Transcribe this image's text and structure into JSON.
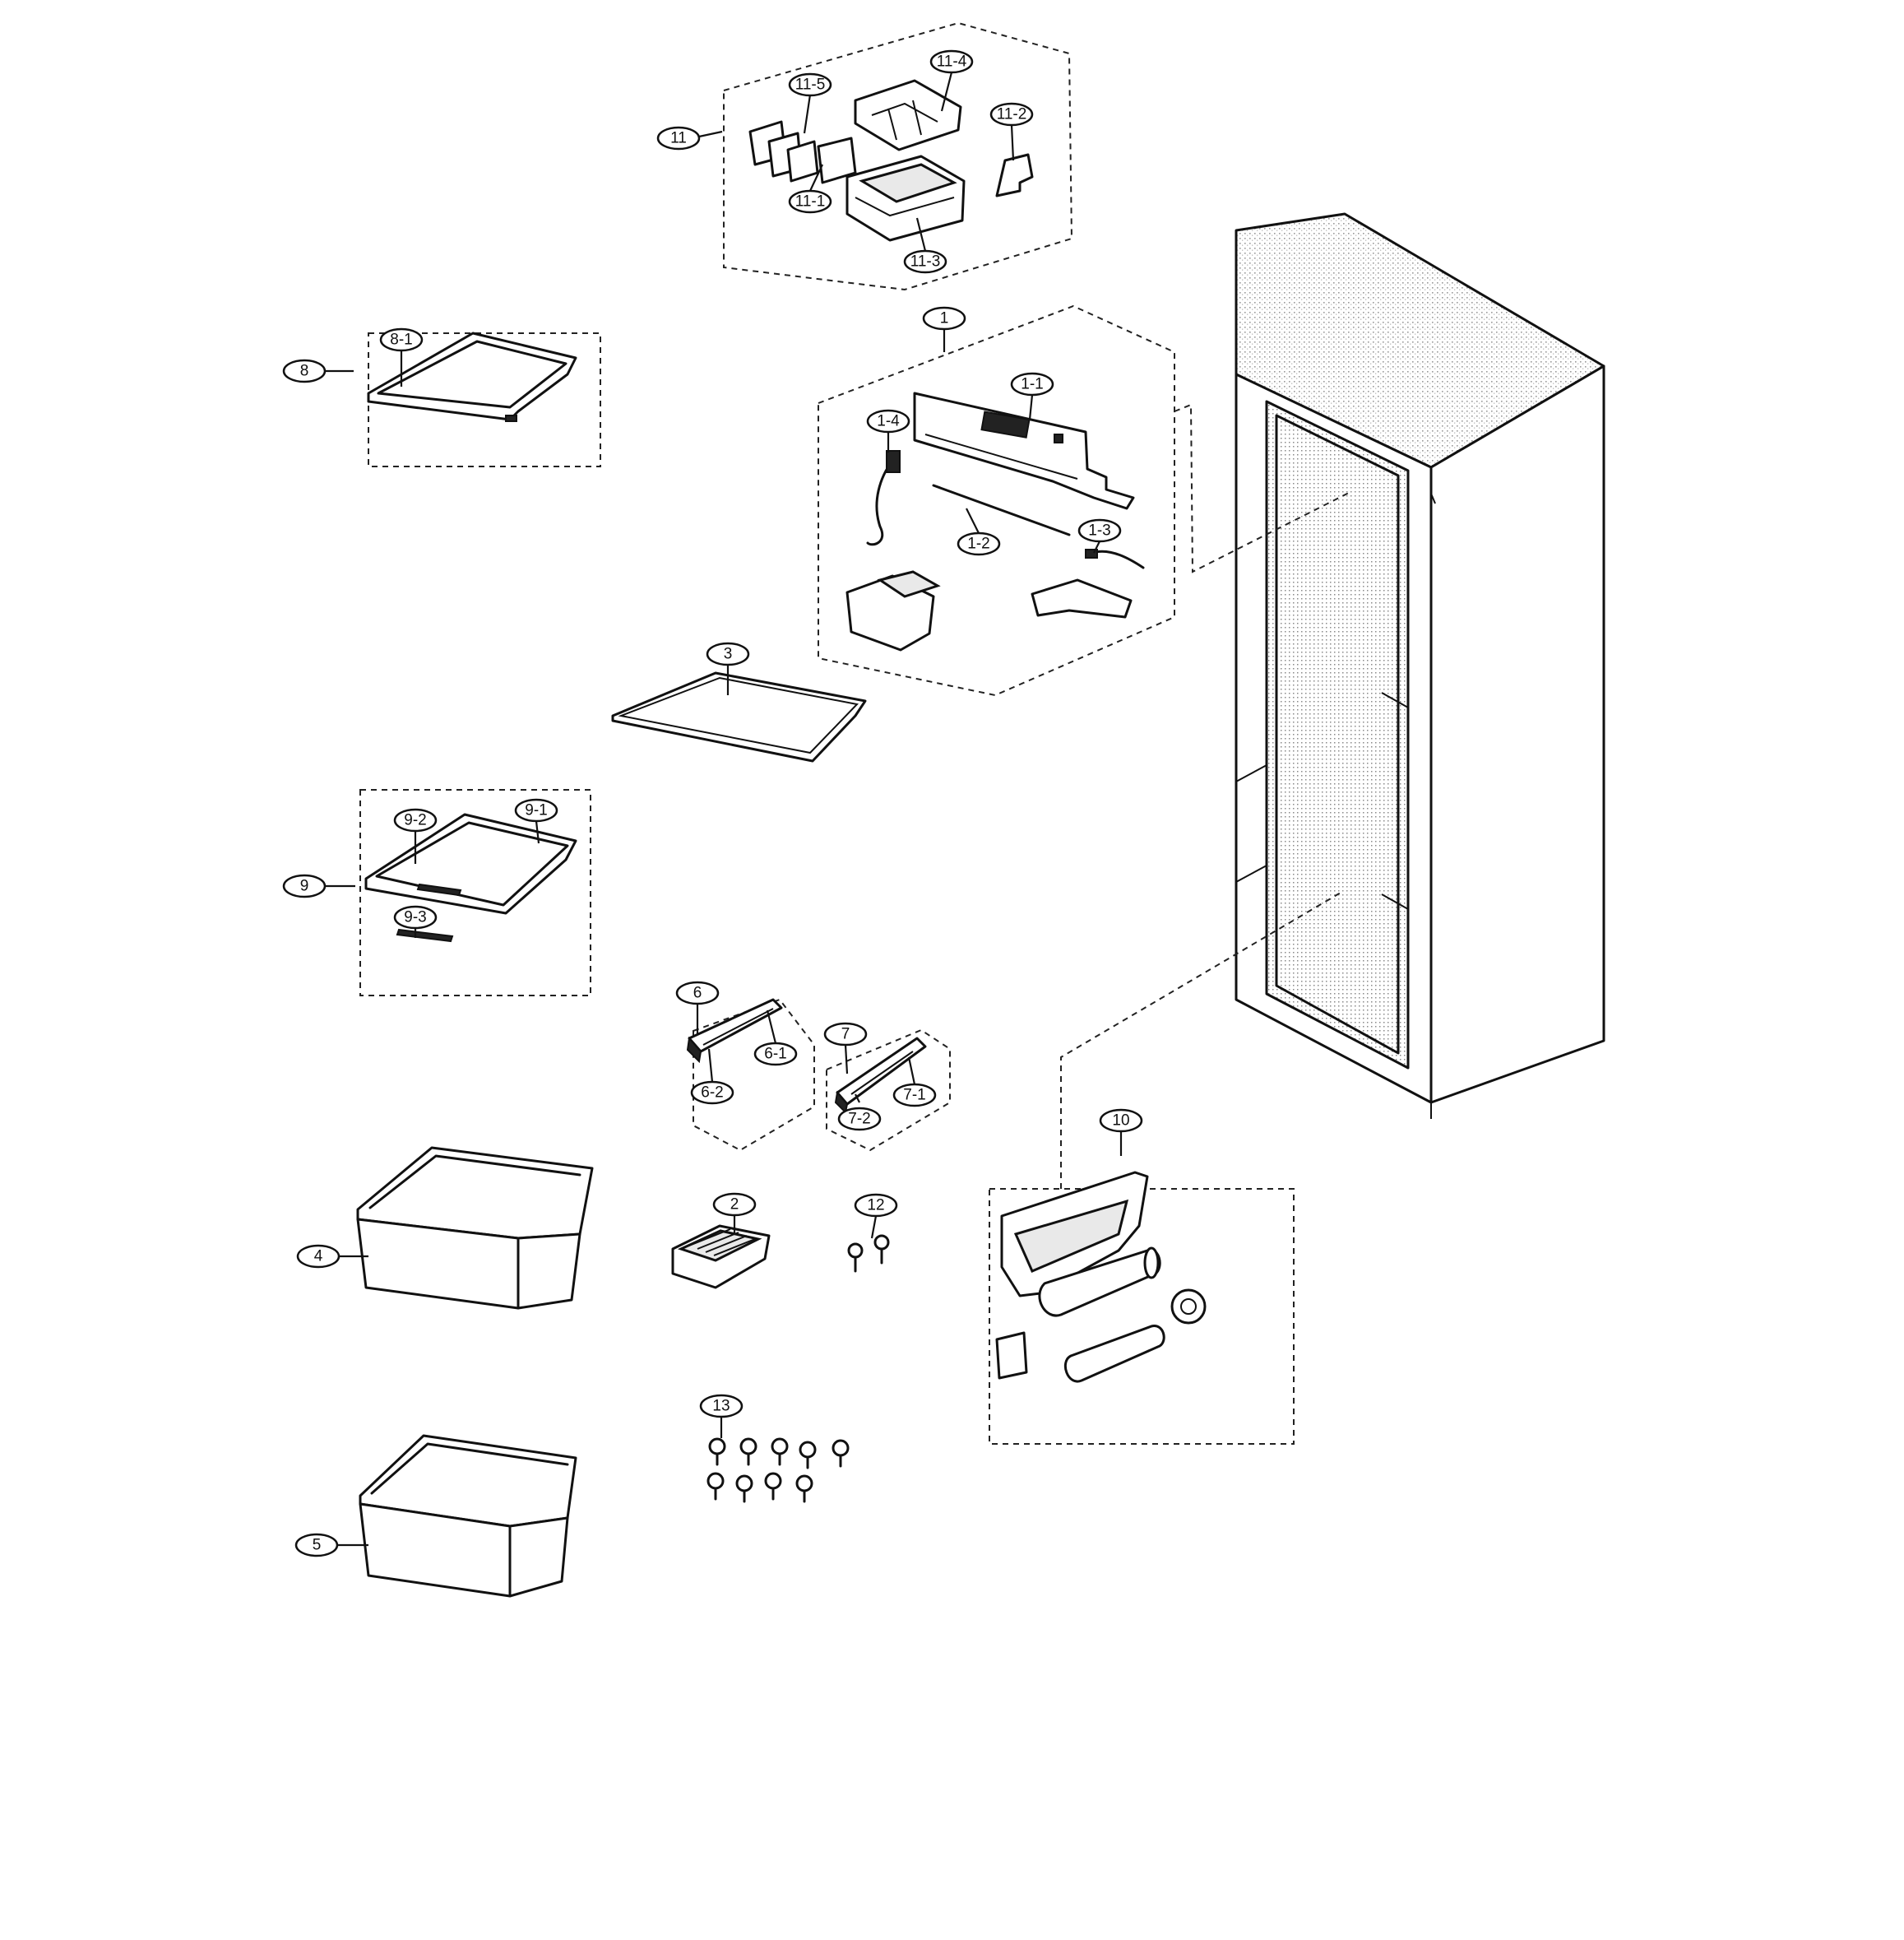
{
  "callouts": {
    "c11": "11",
    "c11_1": "11-1",
    "c11_2": "11-2",
    "c11_3": "11-3",
    "c11_4": "11-4",
    "c11_5": "11-5",
    "c1": "1",
    "c1_1": "1-1",
    "c1_2": "1-2",
    "c1_3": "1-3",
    "c1_4": "1-4",
    "c8": "8",
    "c8_1": "8-1",
    "c3": "3",
    "c9": "9",
    "c9_1": "9-1",
    "c9_2": "9-2",
    "c9_3": "9-3",
    "c6": "6",
    "c6_1": "6-1",
    "c6_2": "6-2",
    "c7": "7",
    "c7_1": "7-1",
    "c7_2": "7-2",
    "c10": "10",
    "c2": "2",
    "c12": "12",
    "c4": "4",
    "c13": "13",
    "c5": "5"
  }
}
